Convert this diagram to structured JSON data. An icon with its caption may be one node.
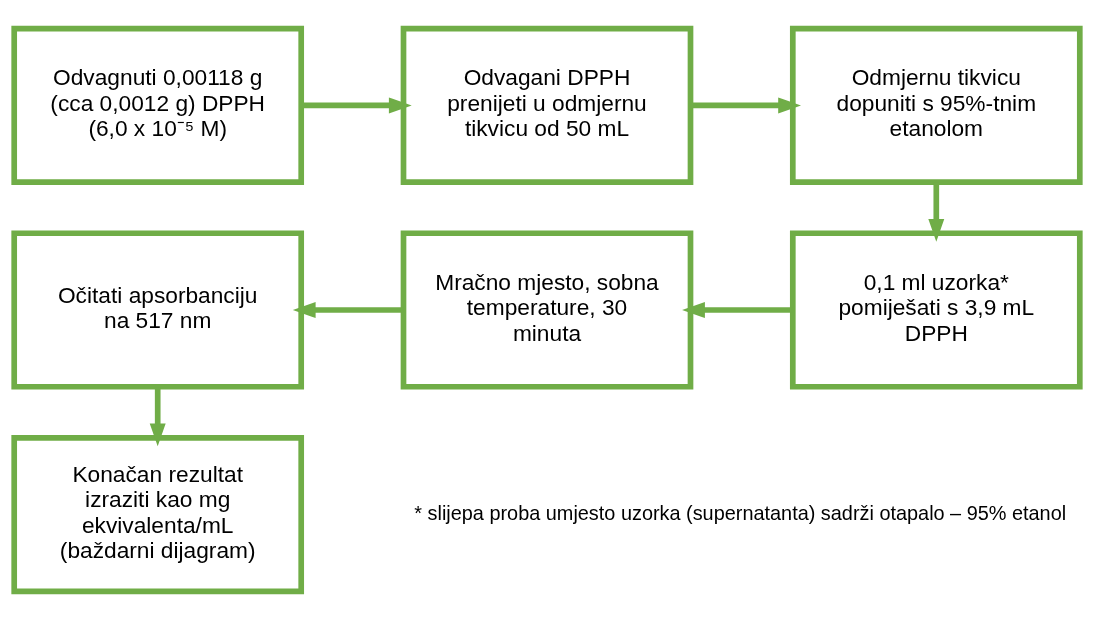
{
  "diagram": {
    "nodes": [
      {
        "text": [
          "Odvagnuti 0,00118 g (cca 0,0012 g) DPPH (6,0 x 10⁻⁵ M)"
        ]
      },
      {
        "text": [
          "Odvagani DPPH prenijeti u odmjernu tikvicu od 50 mL"
        ]
      },
      {
        "text": [
          "Odmjernu tikvicu dopuniti s 95%-tnim etanolom"
        ]
      },
      {
        "text": [
          "0,1 ml uzorka* pomiješati s 3,9 mL DPPH"
        ]
      },
      {
        "text": [
          "Mračno mjesto, sobna temperature, 30 minuta"
        ]
      },
      {
        "text": [
          "Očitati apsorbanciju na 517 nm"
        ]
      },
      {
        "text": [
          "Konačan rezultat izraziti kao mg ekvivalenta/mL (baždarni dijagram)"
        ]
      }
    ],
    "edges": [
      {
        "from": 0,
        "to": 1,
        "arrow": "to"
      },
      {
        "from": 1,
        "to": 2,
        "arrow": "to"
      },
      {
        "from": 2,
        "to": 3,
        "arrow": "to"
      },
      {
        "from": 3,
        "to": 4,
        "arrow": "to"
      },
      {
        "from": 4,
        "to": 5,
        "arrow": "to"
      },
      {
        "from": 5,
        "to": 6,
        "arrow": "to"
      }
    ],
    "labels": [
      "* slijepa proba umjesto uzorka (supernatanta) sadrži otapalo – 95% etanol"
    ]
  }
}
